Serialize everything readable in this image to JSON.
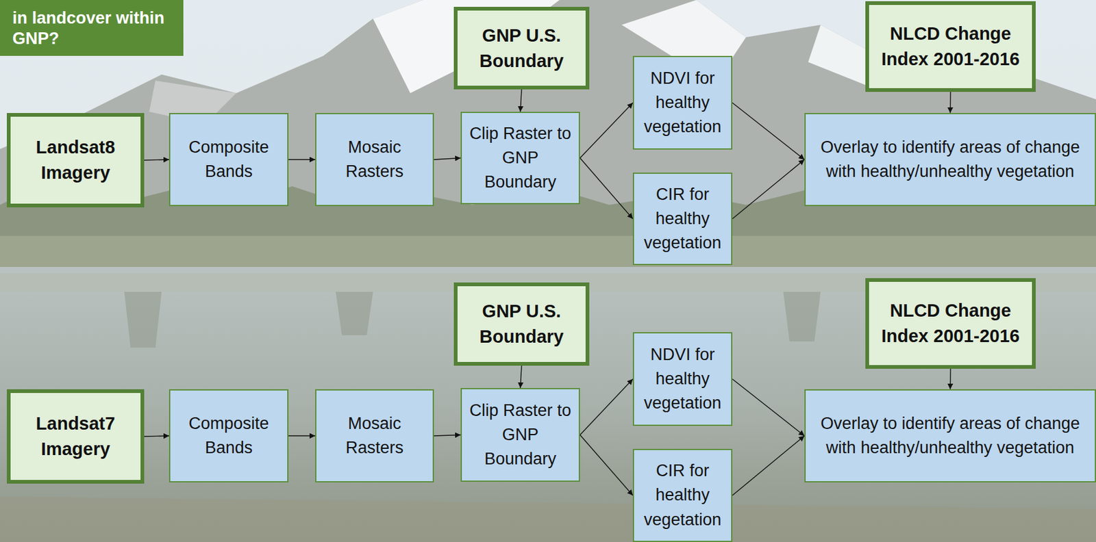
{
  "diagram": {
    "nodes": [
      {
        "text": [
          "in landcover within GNP?"
        ]
      },
      {
        "text": [
          "GNP U.S. Boundary"
        ]
      },
      {
        "text": [
          "NLCD Change Index 2001-2016"
        ]
      },
      {
        "text": [
          "Landsat8 Imagery"
        ]
      },
      {
        "text": [
          "Composite Bands"
        ]
      },
      {
        "text": [
          "Mosaic Rasters"
        ]
      },
      {
        "text": [
          "Clip Raster to GNP Boundary"
        ]
      },
      {
        "text": [
          "NDVI for healthy vegetation"
        ]
      },
      {
        "text": [
          "Overlay to identify areas of change with healthy/unhealthy vegetation"
        ]
      },
      {
        "text": [
          "CIR for healthy vegetation"
        ]
      },
      {
        "text": [
          "GNP U.S. Boundary"
        ]
      },
      {
        "text": [
          "NLCD Change Index 2001-2016"
        ]
      },
      {
        "text": [
          "Landsat7 Imagery"
        ]
      },
      {
        "text": [
          "Composite Bands"
        ]
      },
      {
        "text": [
          "Mosaic Rasters"
        ]
      },
      {
        "text": [
          "Clip Raster to GNP Boundary"
        ]
      },
      {
        "text": [
          "NDVI for healthy vegetation"
        ]
      },
      {
        "text": [
          "Overlay to identify areas of change with healthy/unhealthy vegetation"
        ]
      },
      {
        "text": [
          "CIR for healthy vegetation"
        ]
      }
    ],
    "edges": [
      {
        "from": 3,
        "to": 4,
        "arrow": "to"
      },
      {
        "from": 4,
        "to": 5,
        "arrow": "to"
      },
      {
        "from": 5,
        "to": 6,
        "arrow": "to"
      },
      {
        "from": 1,
        "to": 6,
        "arrow": "to"
      },
      {
        "from": 6,
        "to": 7,
        "arrow": "to"
      },
      {
        "from": 6,
        "to": 9,
        "arrow": "to"
      },
      {
        "from": 7,
        "to": 8,
        "arrow": "to"
      },
      {
        "from": 9,
        "to": 8,
        "arrow": "to"
      },
      {
        "from": 2,
        "to": 8,
        "arrow": "to"
      },
      {
        "from": 12,
        "to": 13,
        "arrow": "to"
      },
      {
        "from": 13,
        "to": 14,
        "arrow": "to"
      },
      {
        "from": 14,
        "to": 15,
        "arrow": "to"
      },
      {
        "from": 10,
        "to": 15,
        "arrow": "to"
      },
      {
        "from": 15,
        "to": 16,
        "arrow": "to"
      },
      {
        "from": 15,
        "to": 18,
        "arrow": "to"
      },
      {
        "from": 16,
        "to": 17,
        "arrow": "to"
      },
      {
        "from": 18,
        "to": 17,
        "arrow": "to"
      },
      {
        "from": 11,
        "to": 17,
        "arrow": "to"
      }
    ]
  }
}
